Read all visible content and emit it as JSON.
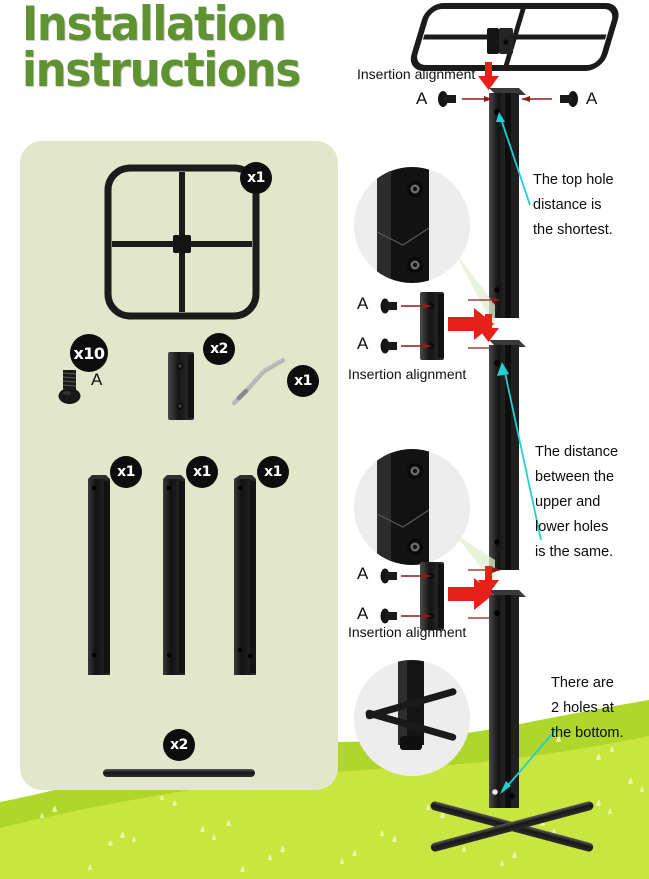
{
  "title": {
    "line1": "Installation",
    "line2": "instructions"
  },
  "colors": {
    "title_green": "#5f9231",
    "panel_bg": "#e2e6ca",
    "grass_light": "#c8e63f",
    "grass_dark": "#aed62b",
    "metal_black": "#1c1c1c",
    "arrow_red": "#e8201a",
    "callout_cyan": "#21d0d0",
    "magnifier_bg": "#ededed",
    "badge_black": "#0d0d0d"
  },
  "parts_panel": {
    "items": [
      {
        "name": "square-top-frame",
        "qty": "x1"
      },
      {
        "name": "screw",
        "qty": "x10",
        "label": "A"
      },
      {
        "name": "connector-bracket",
        "qty": "x2"
      },
      {
        "name": "hex-key-wrench",
        "qty": "x1"
      },
      {
        "name": "pole-segment-top",
        "qty": "x1"
      },
      {
        "name": "pole-segment-middle",
        "qty": "x1"
      },
      {
        "name": "pole-segment-bottom",
        "qty": "x1"
      },
      {
        "name": "ground-stake-bar",
        "qty": "x2"
      }
    ]
  },
  "steps": {
    "insertion_label": "Insertion alignment",
    "screw_label": "A",
    "callouts": [
      {
        "id": "top-hole",
        "lines": [
          "The top hole",
          "distance is",
          "the shortest."
        ]
      },
      {
        "id": "middle-holes",
        "lines": [
          "The distance",
          "between the",
          "upper and",
          "lower holes",
          "is the same."
        ]
      },
      {
        "id": "bottom-holes",
        "lines": [
          "There are",
          "2 holes at",
          "the bottom."
        ]
      }
    ]
  }
}
